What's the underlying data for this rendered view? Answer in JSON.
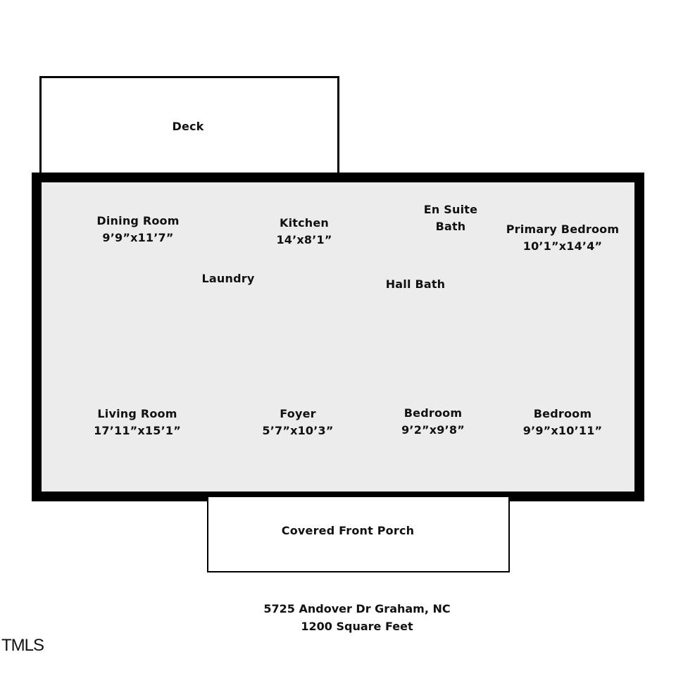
{
  "rooms": {
    "deck": {
      "name": "Deck"
    },
    "dining_room": {
      "name": "Dining Room",
      "dims": "9’9”x11’7”"
    },
    "kitchen": {
      "name": "Kitchen",
      "dims": "14’x8’1”"
    },
    "en_suite_bath": {
      "name_line1": "En Suite",
      "name_line2": "Bath"
    },
    "primary_bedroom": {
      "name": "Primary Bedroom",
      "dims": "10’1”x14’4”"
    },
    "laundry": {
      "name": "Laundry"
    },
    "hall_bath": {
      "name": "Hall Bath"
    },
    "living_room": {
      "name": "Living Room",
      "dims": "17’11”x15’1”"
    },
    "foyer": {
      "name": "Foyer",
      "dims": "5’7”x10’3”"
    },
    "bedroom_1": {
      "name": "Bedroom",
      "dims": "9’2”x9’8”"
    },
    "bedroom_2": {
      "name": "Bedroom",
      "dims": "9’9”x10’11”"
    },
    "porch": {
      "name": "Covered Front Porch"
    }
  },
  "footer": {
    "address": "5725 Andover Dr Graham, NC",
    "area": "1200 Square Feet"
  },
  "logo": {
    "text": "TMLS"
  },
  "colors": {
    "interior": "#ececec",
    "walls": "#000000",
    "background": "#ffffff"
  }
}
